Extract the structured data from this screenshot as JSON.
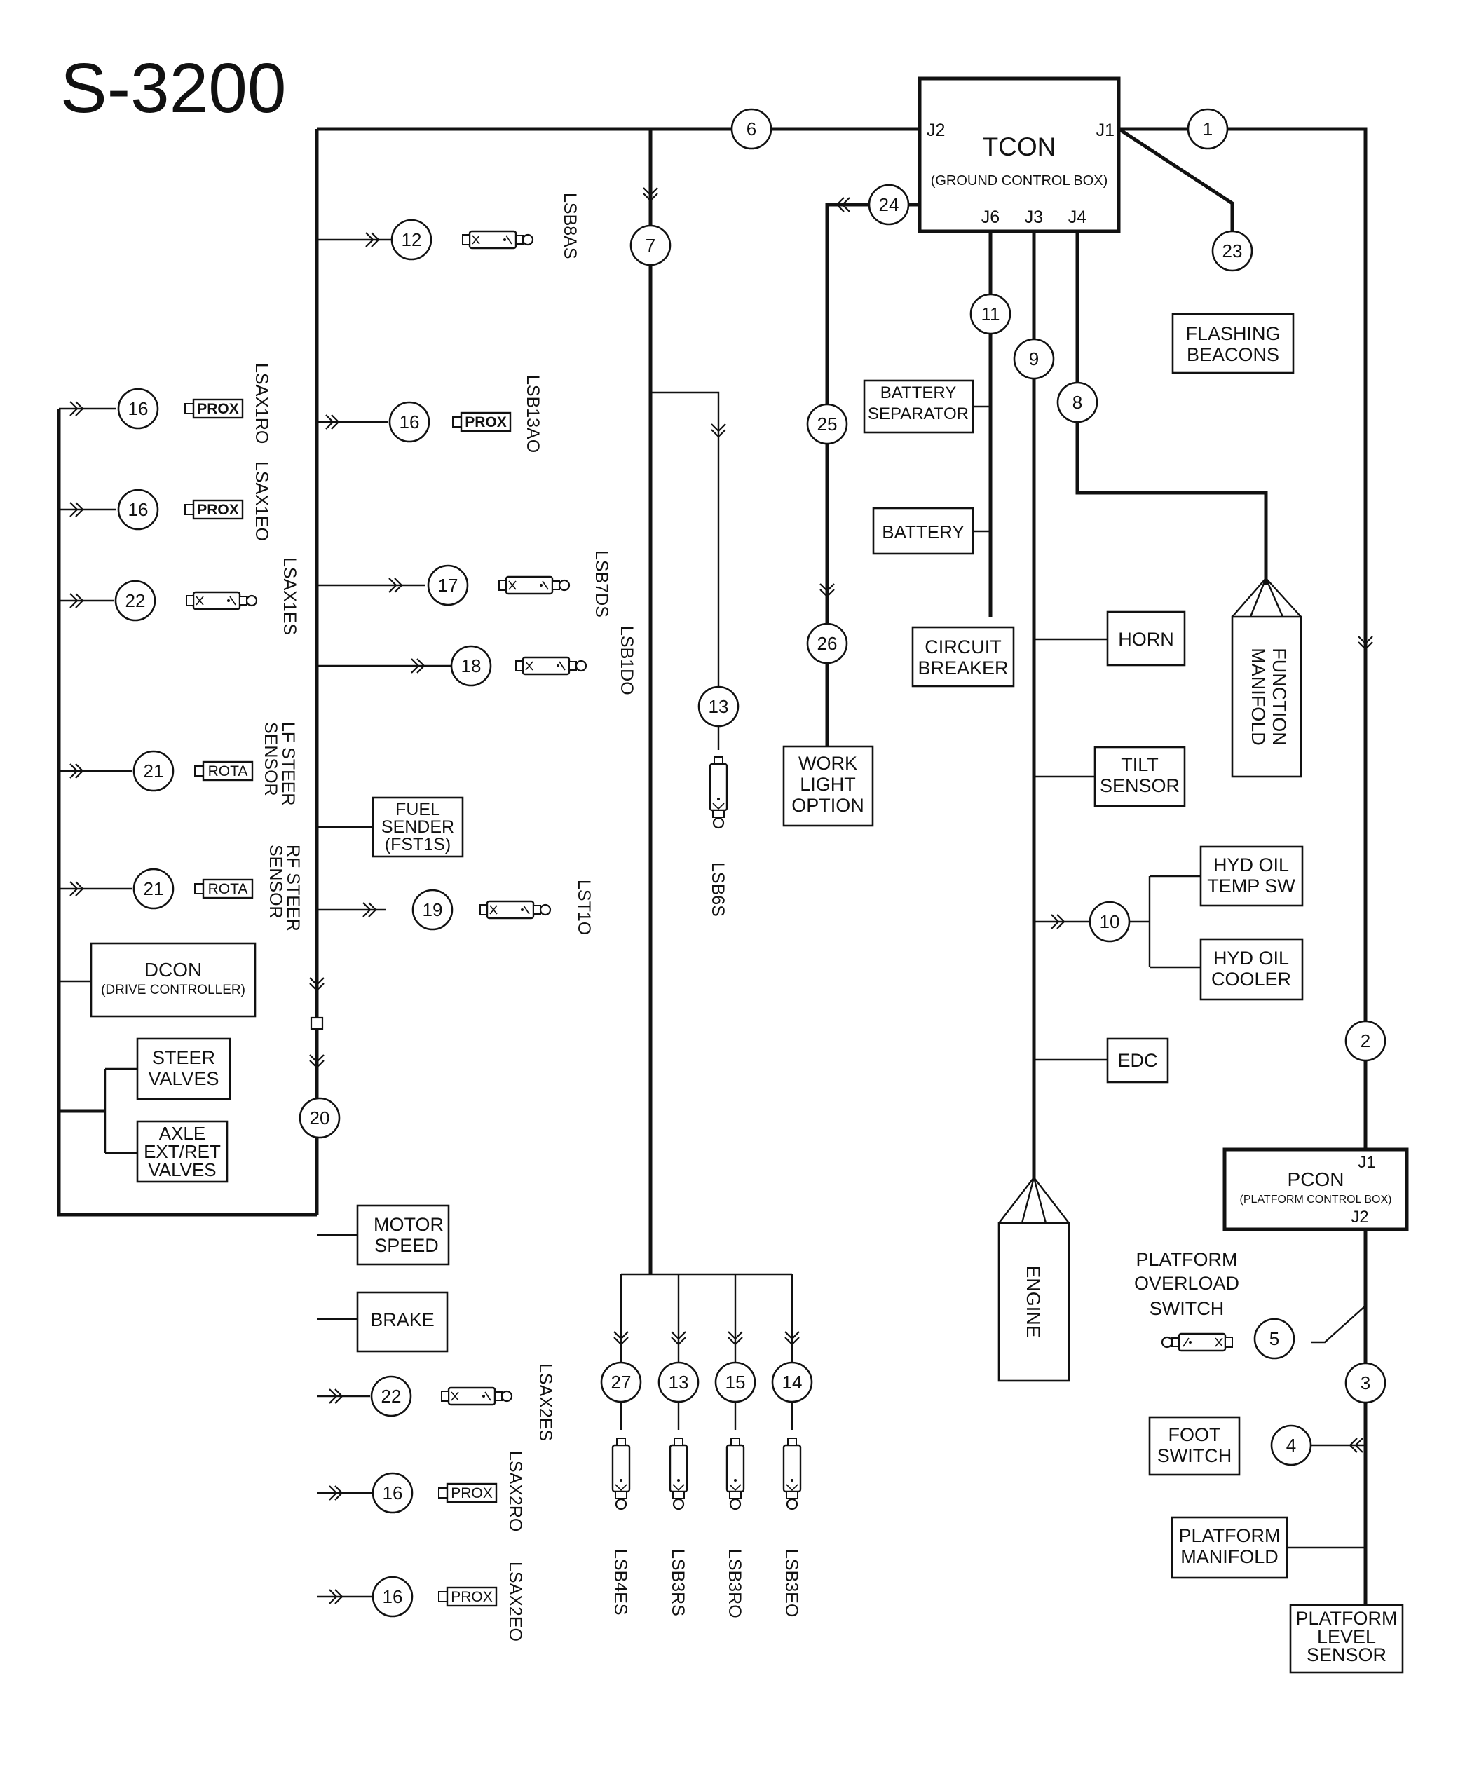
{
  "title": "S-3200",
  "tcon": {
    "name": "TCON",
    "desc": "(GROUND CONTROL BOX)",
    "j1": "J1",
    "j2": "J2",
    "j3": "J3",
    "j4": "J4",
    "j6": "J6"
  },
  "pcon": {
    "name": "PCON",
    "desc": "(PLATFORM CONTROL BOX)",
    "j1": "J1",
    "j2": "J2"
  },
  "dcon": {
    "name": "DCON",
    "desc": "(DRIVE CONTROLLER)"
  },
  "boxes": {
    "flashing_beacons": [
      "FLASHING",
      "BEACONS"
    ],
    "battery_separator": [
      "BATTERY",
      "SEPARATOR"
    ],
    "battery": [
      "BATTERY"
    ],
    "circuit_breaker": [
      "CIRCUIT",
      "BREAKER"
    ],
    "horn": [
      "HORN"
    ],
    "tilt_sensor": [
      "TILT",
      "SENSOR"
    ],
    "hyd_oil_temp": [
      "HYD OIL",
      "TEMP SW"
    ],
    "hyd_oil_cooler": [
      "HYD OIL",
      "COOLER"
    ],
    "edc": [
      "EDC"
    ],
    "work_light": [
      "WORK",
      "LIGHT",
      "OPTION"
    ],
    "fuel_sender": [
      "FUEL",
      "SENDER",
      "(FST1S)"
    ],
    "steer_valves": [
      "STEER",
      "VALVES"
    ],
    "axle_valves": [
      "AXLE",
      "EXT/RET",
      "VALVES"
    ],
    "motor_speed": [
      "MOTOR",
      "SPEED"
    ],
    "brake": [
      "BRAKE"
    ],
    "foot_switch": [
      "FOOT",
      "SWITCH"
    ],
    "platform_manifold": [
      "PLATFORM",
      "MANIFOLD"
    ],
    "platform_level": [
      "PLATFORM",
      "LEVEL",
      "SENSOR"
    ],
    "function_manifold": [
      "FUNCTION",
      "MANIFOLD"
    ],
    "engine": [
      "ENGINE"
    ]
  },
  "platform_overload": [
    "PLATFORM",
    "OVERLOAD",
    "SWITCH"
  ],
  "circles": {
    "c1": "1",
    "c2": "2",
    "c3": "3",
    "c4": "4",
    "c5": "5",
    "c6": "6",
    "c7": "7",
    "c8": "8",
    "c9": "9",
    "c10": "10",
    "c11": "11",
    "c12": "12",
    "c13a": "13",
    "c13b": "13",
    "c14": "14",
    "c15": "15",
    "c16a": "16",
    "c16b": "16",
    "c16c": "16",
    "c16d": "16",
    "c16e": "16",
    "c17": "17",
    "c18": "18",
    "c19": "19",
    "c20": "20",
    "c21a": "21",
    "c21b": "21",
    "c22a": "22",
    "c22b": "22",
    "c23": "23",
    "c24": "24",
    "c25": "25",
    "c26": "26",
    "c27": "27"
  },
  "sensor_tags": {
    "prox": "PROX",
    "rota": "ROTA"
  },
  "switch_labels": {
    "lsb8as": "LSB8AS",
    "lsb13ao": "LSB13AO",
    "lsb7ds": "LSB7DS",
    "lsb1do": "LSB1DO",
    "lst1o": "LST1O",
    "lsb6s": "LSB6S",
    "lsax1ro": "LSAX1RO",
    "lsax1eo": "LSAX1EO",
    "lsax1es": "LSAX1ES",
    "lf_steer": [
      "LF STEER",
      "SENSOR"
    ],
    "rf_steer": [
      "RF STEER",
      "SENSOR"
    ],
    "lsax2es": "LSAX2ES",
    "lsax2ro": "LSAX2RO",
    "lsax2eo": "LSAX2EO",
    "lsb4es": "LSB4ES",
    "lsb3rs": "LSB3RS",
    "lsb3ro": "LSB3RO",
    "lsb3eo": "LSB3EO"
  }
}
